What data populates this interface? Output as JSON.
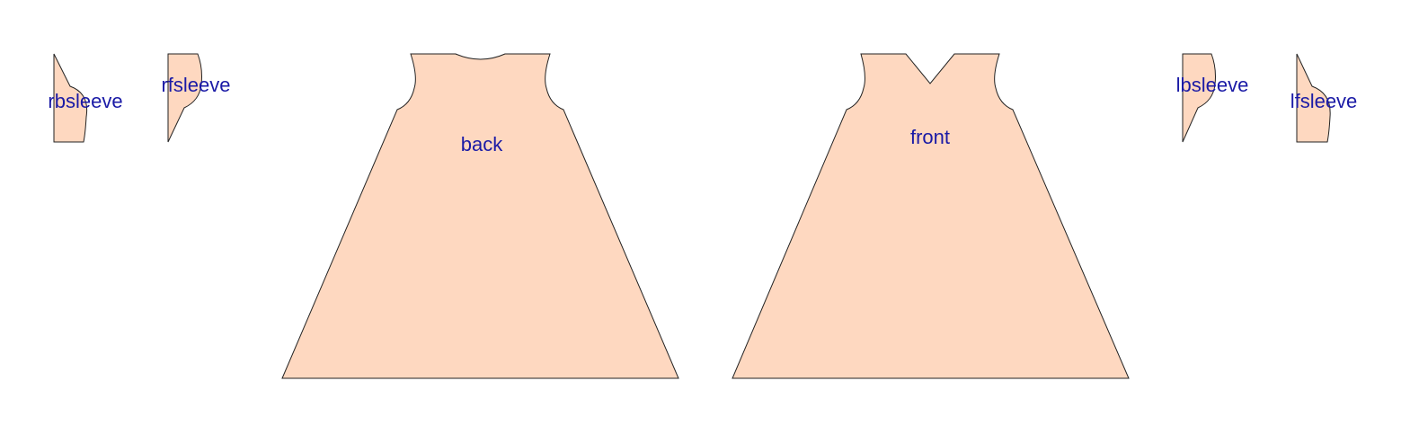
{
  "colors": {
    "piece_fill": "#fed8c0",
    "piece_outline": "#222222",
    "label_color": "#1a1aa6",
    "background": "#ffffff"
  },
  "pieces": {
    "rbsleeve": {
      "label": "rbsleeve"
    },
    "rfsleeve": {
      "label": "rfsleeve"
    },
    "back": {
      "label": "back"
    },
    "front": {
      "label": "front"
    },
    "lbsleeve": {
      "label": "lbsleeve"
    },
    "lfsleeve": {
      "label": "lfsleeve"
    }
  }
}
